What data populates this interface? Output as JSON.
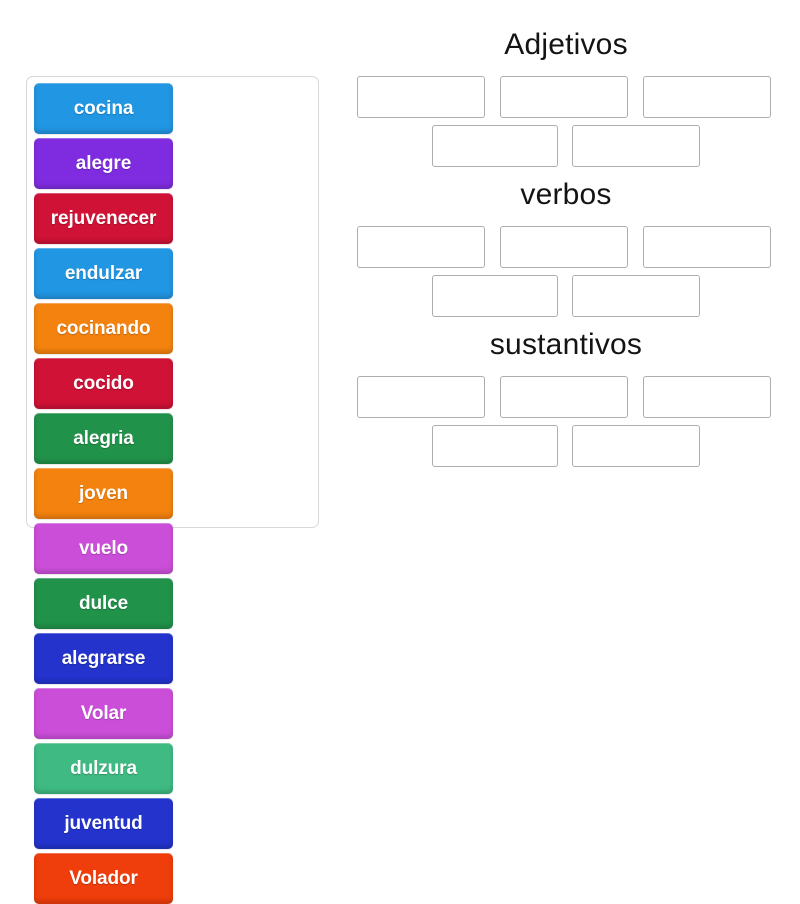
{
  "word_bank": {
    "tiles": [
      {
        "label": "cocina",
        "color": "#2196e3"
      },
      {
        "label": "alegre",
        "color": "#7f2ce0"
      },
      {
        "label": "rejuvenecer",
        "color": "#cf1236"
      },
      {
        "label": "endulzar",
        "color": "#2196e3"
      },
      {
        "label": "cocinando",
        "color": "#f4820e"
      },
      {
        "label": "cocido",
        "color": "#cf1236"
      },
      {
        "label": "alegria",
        "color": "#21924a"
      },
      {
        "label": "joven",
        "color": "#f4820e"
      },
      {
        "label": "vuelo",
        "color": "#cb4ed9"
      },
      {
        "label": "dulce",
        "color": "#21924a"
      },
      {
        "label": "alegrarse",
        "color": "#2333cc"
      },
      {
        "label": "Volar",
        "color": "#cb4ed9"
      },
      {
        "label": "dulzura",
        "color": "#3fba83"
      },
      {
        "label": "juventud",
        "color": "#2333cc"
      },
      {
        "label": "Volador",
        "color": "#ef3d0b"
      }
    ]
  },
  "categories": [
    {
      "title": "Adjetivos",
      "row_top": [
        "",
        "",
        ""
      ],
      "row_bottom": [
        "",
        ""
      ]
    },
    {
      "title": "verbos",
      "row_top": [
        "",
        "",
        ""
      ],
      "row_bottom": [
        "",
        ""
      ]
    },
    {
      "title": "sustantivos",
      "row_top": [
        "",
        "",
        ""
      ],
      "row_bottom": [
        "",
        ""
      ]
    }
  ],
  "colors": {
    "panel_border": "#d8d8d8",
    "slot_border": "#adadad",
    "heading_text": "#141414",
    "tile_text": "#ffffff",
    "background": "#ffffff"
  }
}
